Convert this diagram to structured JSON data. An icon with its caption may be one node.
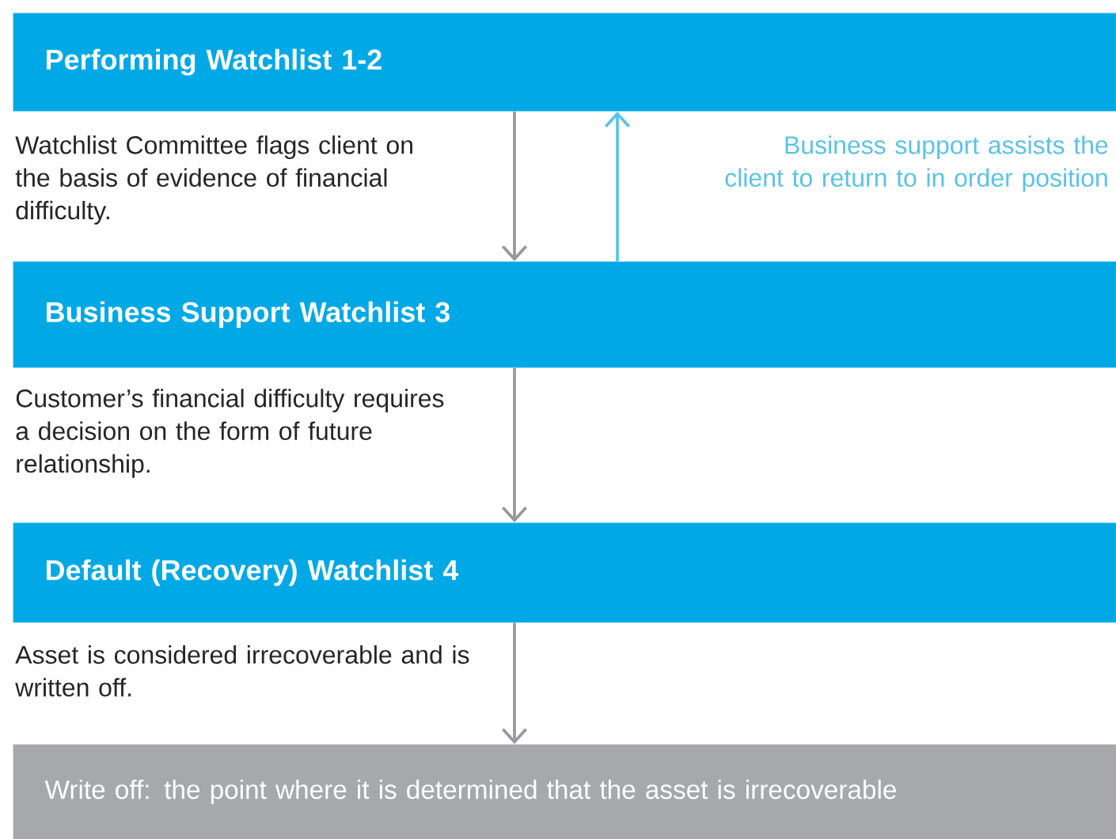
{
  "diagram": {
    "nodes": [
      {
        "text": [
          "Performing Watchlist 1-2"
        ]
      },
      {
        "text": [
          "Business Support Watchlist 3"
        ]
      },
      {
        "text": [
          "Default (Recovery) Watchlist 4"
        ]
      },
      {
        "text": [
          "Write off: the point where it is determined that the asset is irrecoverable"
        ]
      }
    ],
    "edges": [
      {
        "from": 0,
        "to": 1,
        "arrow": "to",
        "label": "Watchlist Committee flags client on the basis of evidence of financial difficulty."
      },
      {
        "from": 1,
        "to": 0,
        "arrow": "to",
        "color": "#5bc2e7",
        "label": "Business support assists the client to return to in order position"
      },
      {
        "from": 1,
        "to": 2,
        "arrow": "to",
        "label": "Customer’s financial difficulty requires a decision on the form of future relationship."
      },
      {
        "from": 2,
        "to": 3,
        "arrow": "to",
        "label": "Asset is considered irrecoverable and is written off."
      }
    ]
  }
}
